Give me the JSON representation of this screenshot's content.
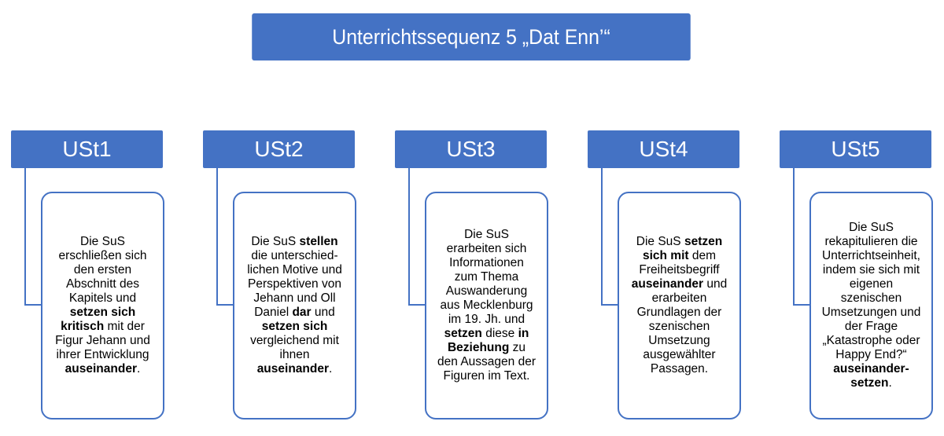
{
  "title": "Unterrichtssequenz 5 „Dat Enn’“",
  "columns": [
    {
      "label": "USt1",
      "lines": [
        [
          {
            "t": "Die SuS"
          }
        ],
        [
          {
            "t": "erschließen sich"
          }
        ],
        [
          {
            "t": "den ersten"
          }
        ],
        [
          {
            "t": "Abschnitt des"
          }
        ],
        [
          {
            "t": "Kapitels und"
          }
        ],
        [
          {
            "t": "setzen sich",
            "b": true
          }
        ],
        [
          {
            "t": "kritisch",
            "b": true
          },
          {
            "t": " mit der"
          }
        ],
        [
          {
            "t": "Figur Jehann und"
          }
        ],
        [
          {
            "t": "ihrer Entwicklung"
          }
        ],
        [
          {
            "t": "auseinander",
            "b": true
          },
          {
            "t": "."
          }
        ]
      ]
    },
    {
      "label": "USt2",
      "lines": [
        [
          {
            "t": "Die SuS "
          },
          {
            "t": "stellen",
            "b": true
          }
        ],
        [
          {
            "t": "die unterschied-"
          }
        ],
        [
          {
            "t": "lichen Motive und"
          }
        ],
        [
          {
            "t": "Perspektiven von"
          }
        ],
        [
          {
            "t": "Jehann und Oll"
          }
        ],
        [
          {
            "t": "Daniel "
          },
          {
            "t": "dar",
            "b": true
          },
          {
            "t": " und"
          }
        ],
        [
          {
            "t": "setzen sich",
            "b": true
          }
        ],
        [
          {
            "t": "vergleichend mit"
          }
        ],
        [
          {
            "t": "ihnen"
          }
        ],
        [
          {
            "t": "auseinander",
            "b": true
          },
          {
            "t": "."
          }
        ]
      ]
    },
    {
      "label": "USt3",
      "lines": [
        [
          {
            "t": "Die SuS"
          }
        ],
        [
          {
            "t": "erarbeiten sich"
          }
        ],
        [
          {
            "t": "Informationen"
          }
        ],
        [
          {
            "t": "zum Thema"
          }
        ],
        [
          {
            "t": "Auswanderung"
          }
        ],
        [
          {
            "t": "aus Mecklenburg"
          }
        ],
        [
          {
            "t": "im 19. Jh. und"
          }
        ],
        [
          {
            "t": "setzen",
            "b": true
          },
          {
            "t": " diese "
          },
          {
            "t": "in",
            "b": true
          }
        ],
        [
          {
            "t": "Beziehung",
            "b": true
          },
          {
            "t": " zu"
          }
        ],
        [
          {
            "t": "den Aussagen der"
          }
        ],
        [
          {
            "t": "Figuren im Text."
          }
        ]
      ]
    },
    {
      "label": "USt4",
      "lines": [
        [
          {
            "t": "Die SuS "
          },
          {
            "t": "setzen",
            "b": true
          }
        ],
        [
          {
            "t": "sich mit",
            "b": true
          },
          {
            "t": " dem"
          }
        ],
        [
          {
            "t": "Freiheitsbegriff"
          }
        ],
        [
          {
            "t": "auseinander",
            "b": true
          },
          {
            "t": " und"
          }
        ],
        [
          {
            "t": "erarbeiten"
          }
        ],
        [
          {
            "t": "Grundlagen der"
          }
        ],
        [
          {
            "t": "szenischen"
          }
        ],
        [
          {
            "t": "Umsetzung"
          }
        ],
        [
          {
            "t": "ausgewählter"
          }
        ],
        [
          {
            "t": "Passagen."
          }
        ]
      ]
    },
    {
      "label": "USt5",
      "lines": [
        [
          {
            "t": "Die SuS"
          }
        ],
        [
          {
            "t": "rekapitulieren die"
          }
        ],
        [
          {
            "t": "Unterrichtseinheit,"
          }
        ],
        [
          {
            "t": "indem sie sich mit"
          }
        ],
        [
          {
            "t": "eigenen"
          }
        ],
        [
          {
            "t": "szenischen"
          }
        ],
        [
          {
            "t": "Umsetzungen und"
          }
        ],
        [
          {
            "t": "der Frage"
          }
        ],
        [
          {
            "t": "„Katastrophe oder"
          }
        ],
        [
          {
            "t": "Happy End?“"
          }
        ],
        [
          {
            "t": "auseinander-",
            "b": true
          }
        ],
        [
          {
            "t": "setzen",
            "b": true
          },
          {
            "t": "."
          }
        ]
      ]
    }
  ],
  "colors": {
    "accent": "#4472c4",
    "text_on_accent": "#ffffff",
    "card_border": "#4472c4"
  }
}
